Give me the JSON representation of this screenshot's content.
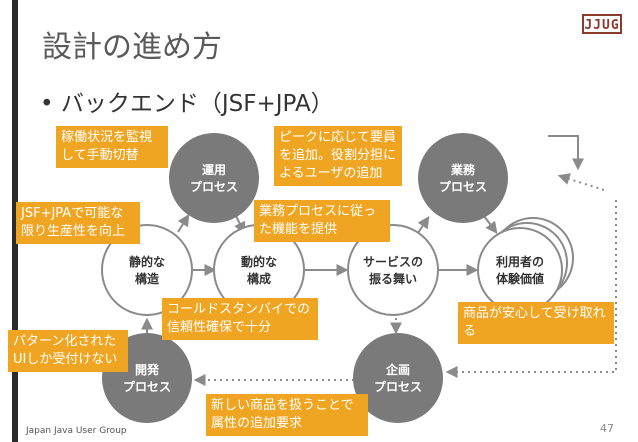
{
  "slide": {
    "title": "設計の進め方",
    "bullet": "• バックエンド（JSF+JPA）",
    "logo": "JJUG",
    "footer": "Japan Java User Group",
    "page_number": "47"
  },
  "nodes": {
    "ops": {
      "line1": "運用",
      "line2": "プロセス"
    },
    "business": {
      "line1": "業務",
      "line2": "プロセス"
    },
    "static": {
      "line1": "静的な",
      "line2": "構造"
    },
    "dynamic": {
      "line1": "動的な",
      "line2": "構成"
    },
    "service": {
      "line1": "サービスの",
      "line2": "振る舞い"
    },
    "user": {
      "line1": "利用者の",
      "line2": "体験価値"
    },
    "dev": {
      "line1": "開発",
      "line2": "プロセス"
    },
    "plan": {
      "line1": "企画",
      "line2": "プロセス"
    }
  },
  "callouts": {
    "monitoring": "稼働状況を監視して手動切替",
    "peak": "ピークに応じて要員を追加。役割分担によるユーザの追加",
    "jsfjpa": "JSF+JPAで可能な限り生産性を向上",
    "function": "業務プロセスに従った機能を提供",
    "cold": "コールドスタンバイでの信頼性確保で十分",
    "anshin": "商品が安心して受け取れる",
    "pattern": "パターン化されたUIしか受付けない",
    "newproduct": "新しい商品を扱うことで属性の追加要求"
  },
  "colors": {
    "dark_node": "#7a7a7a",
    "callout": "#f0a522",
    "arrow": "#8a8a8a",
    "accent_logo": "#8b3a2e"
  }
}
